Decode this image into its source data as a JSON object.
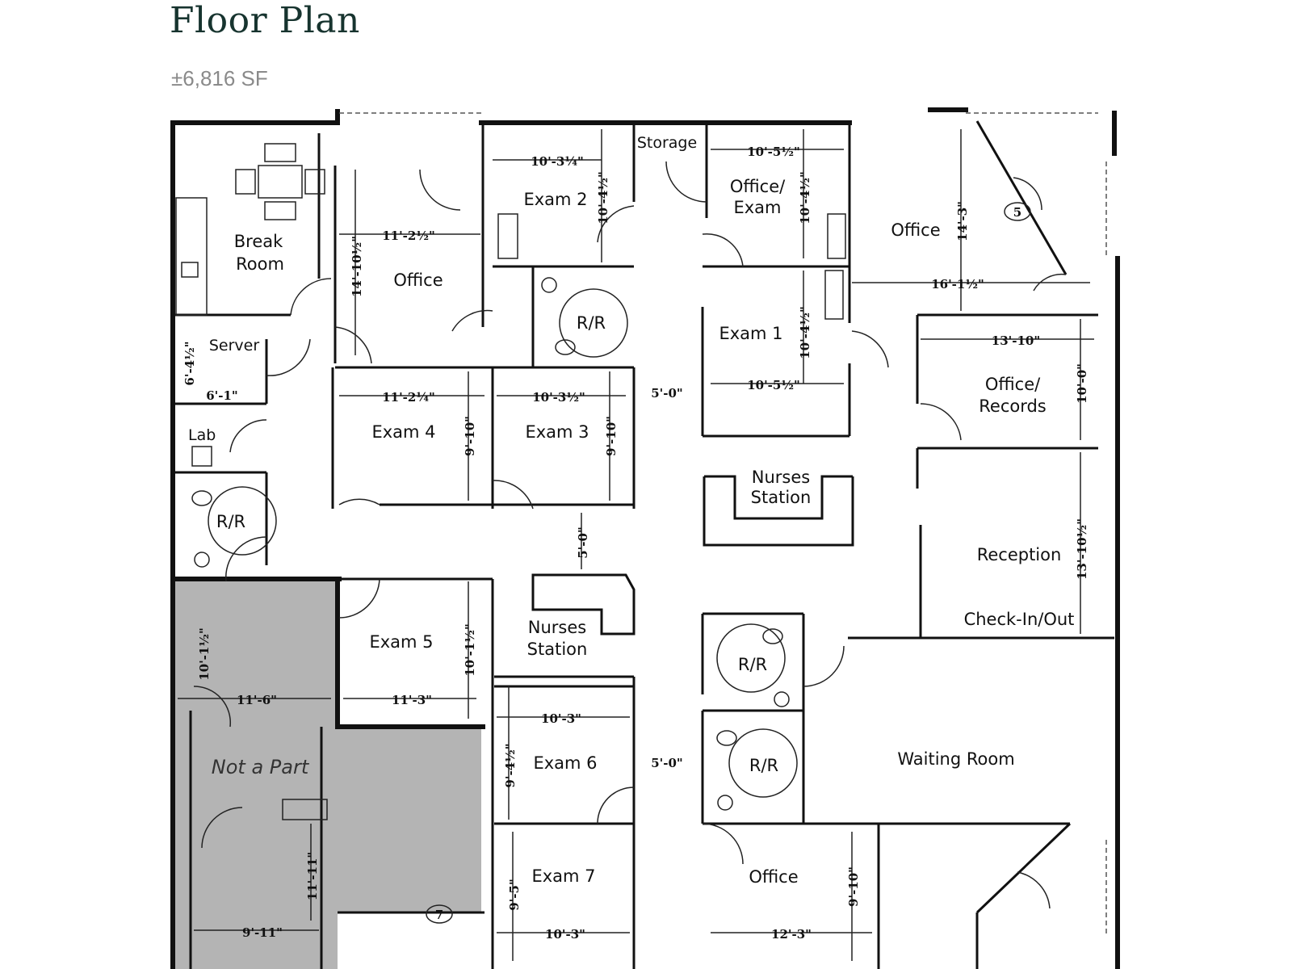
{
  "header": {
    "title": "Floor Plan",
    "area": "±6,816 SF"
  },
  "rooms": [
    {
      "id": "break",
      "lines": [
        "Break",
        "Room"
      ]
    },
    {
      "id": "office1",
      "lines": [
        "Office"
      ]
    },
    {
      "id": "exam2",
      "lines": [
        "Exam 2"
      ]
    },
    {
      "id": "storage",
      "lines": [
        "Storage"
      ]
    },
    {
      "id": "officeexam",
      "lines": [
        "Office/",
        "Exam"
      ]
    },
    {
      "id": "office2",
      "lines": [
        "Office"
      ]
    },
    {
      "id": "server",
      "lines": [
        "Server"
      ]
    },
    {
      "id": "rr1",
      "lines": [
        "R/R"
      ]
    },
    {
      "id": "exam1",
      "lines": [
        "Exam 1"
      ]
    },
    {
      "id": "officerecords",
      "lines": [
        "Office/",
        "Records"
      ]
    },
    {
      "id": "lab",
      "lines": [
        "Lab"
      ]
    },
    {
      "id": "exam4",
      "lines": [
        "Exam 4"
      ]
    },
    {
      "id": "exam3",
      "lines": [
        "Exam 3"
      ]
    },
    {
      "id": "nurses1",
      "lines": [
        "Nurses",
        "Station"
      ]
    },
    {
      "id": "rr2",
      "lines": [
        "R/R"
      ]
    },
    {
      "id": "reception",
      "lines": [
        "Reception"
      ]
    },
    {
      "id": "checkin",
      "lines": [
        "Check-In/Out"
      ]
    },
    {
      "id": "exam5",
      "lines": [
        "Exam 5"
      ]
    },
    {
      "id": "nurses2",
      "lines": [
        "Nurses",
        "Station"
      ]
    },
    {
      "id": "rr3",
      "lines": [
        "R/R"
      ]
    },
    {
      "id": "notpart",
      "lines": [
        "Not a Part"
      ]
    },
    {
      "id": "exam6",
      "lines": [
        "Exam 6"
      ]
    },
    {
      "id": "rr4",
      "lines": [
        "R/R"
      ]
    },
    {
      "id": "waiting",
      "lines": [
        "Waiting Room"
      ]
    },
    {
      "id": "exam7",
      "lines": [
        "Exam 7"
      ]
    },
    {
      "id": "office3",
      "lines": [
        "Office"
      ]
    }
  ],
  "dimensions": [
    "10'-3¼\"",
    "10'-4½\"",
    "10'-5½\"",
    "10'-4½\"",
    "14'-3\"",
    "11'-2½\"",
    "14'-10½\"",
    "16'-1½\"",
    "10'-4½\"",
    "6'-4½\"",
    "6'-1\"",
    "11'-2¼\"",
    "10'-3½\"",
    "5'-0\"",
    "10'-5½\"",
    "13'-10\"",
    "9'-10\"",
    "9'-10\"",
    "10'-0\"",
    "5'-0\"",
    "13'-10½\"",
    "10'-1½\"",
    "11'-6\"",
    "10'-1½\"",
    "11'-3\"",
    "10'-3\"",
    "9'-4½\"",
    "5'-0\"",
    "11'-11\"",
    "9'-5\"",
    "9'-10\"",
    "9'-11\"",
    "10'-3\"",
    "12'-3\""
  ],
  "markers": [
    "5",
    "7"
  ]
}
